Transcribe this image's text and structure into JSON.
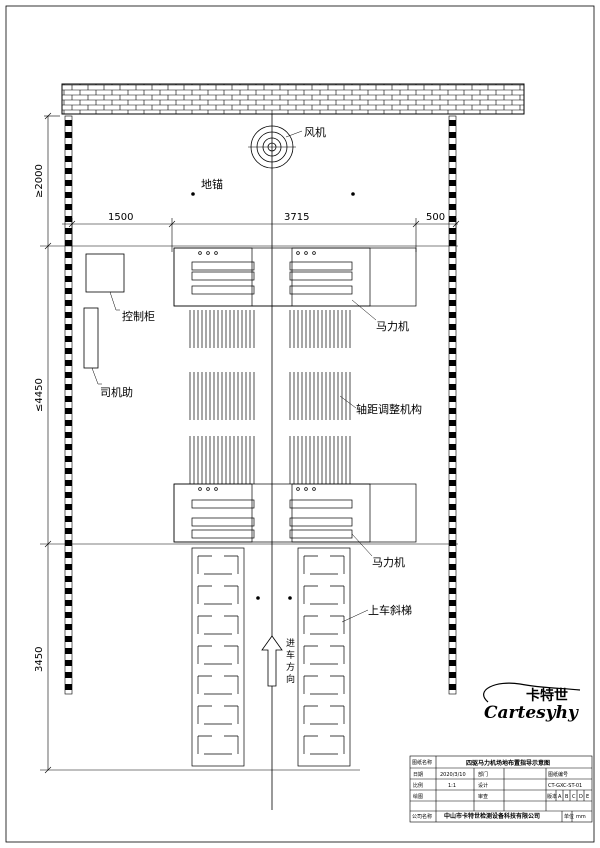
{
  "labels": {
    "fan": "风机",
    "anchor": "地锚",
    "control_cabinet": "控制柜",
    "driver_aid": "司机助",
    "dyno_top": "马力机",
    "wheelbase": "轴距调整机构",
    "dyno_bottom": "马力机",
    "ramp": "上车斜梯",
    "entry_direction": "进车方向"
  },
  "dimensions": {
    "left_width": "1500",
    "center_width": "3715",
    "right_width": "500",
    "top_clearance": "≥2000",
    "middle_length": "≤4450",
    "ramp_length": "3450"
  },
  "logo": {
    "chinese": "卡特世",
    "english": "Cartesyhy"
  },
  "title_block": {
    "name_label": "图纸名称",
    "name_value": "四驱马力机场地布置指导示意图",
    "date_label": "日期",
    "date_value": "2020/3/10",
    "dept_label": "部门",
    "drawing_no_label": "图纸编号",
    "drawing_no_value": "CT-GXC-ST-01",
    "scale_label": "比例",
    "scale_value": "1:1",
    "design_label": "设计",
    "drawing_label": "绘图",
    "review_label": "审查",
    "version_label": "版本",
    "versions": [
      "A",
      "B",
      "C",
      "D",
      "E"
    ],
    "company_label": "公司名称",
    "company_value": "中山市卡特世检测设备科技有限公司",
    "unit_label": "单位",
    "unit_value": "mm"
  },
  "colors": {
    "line": "#000000",
    "background": "#ffffff"
  }
}
